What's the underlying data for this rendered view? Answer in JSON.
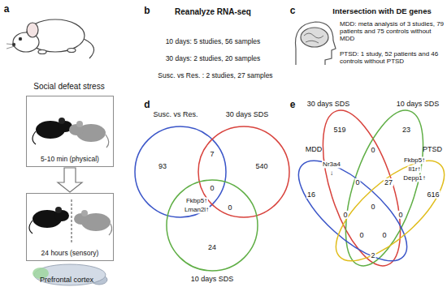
{
  "diagram": {
    "nodes": [
      {
        "text": [
          "5-10 min (physical)"
        ]
      },
      {
        "text": [
          "24 hours (sensory)"
        ]
      },
      {
        "text": [
          "Susc. vs Res."
        ]
      },
      {
        "text": [
          "30 days SDS"
        ]
      },
      {
        "text": [
          "10 days SDS"
        ]
      },
      {
        "text": [
          "30 days SDS"
        ]
      },
      {
        "text": [
          "10 days SDS"
        ]
      },
      {
        "text": [
          "MDD"
        ]
      },
      {
        "text": [
          "PTSD"
        ]
      }
    ],
    "edges": [
      {
        "from": 0,
        "to": 1,
        "arrow": "to"
      }
    ],
    "labels": [
      "a",
      "Social defeat stress",
      "Prefrontal cortex",
      "b",
      "Reanalyze RNA-seq",
      "10 days: 5 studies, 56 samples",
      "30 days: 2 studies, 20 samples",
      "Susc. vs Res. : 2 studies, 27 samples",
      "c",
      "Intersection with DE genes",
      "MDD: meta analysis of 3 studies, 79 patients and 75 controls without MDD",
      "PTSD: 1 study, 52 patients and 46 controls without PTSD",
      "d",
      "93",
      "7",
      "540",
      "0",
      "Fkbp5↑",
      "Lman2l↑",
      "0",
      "24",
      "e",
      "519",
      "23",
      "Nr3a4",
      "↓",
      "0",
      "Fkbp5↑",
      "Il1r↑",
      "Depp1↑",
      "16",
      "0",
      "27",
      "616",
      "0",
      "0",
      "0",
      "0",
      "0",
      "2"
    ]
  }
}
